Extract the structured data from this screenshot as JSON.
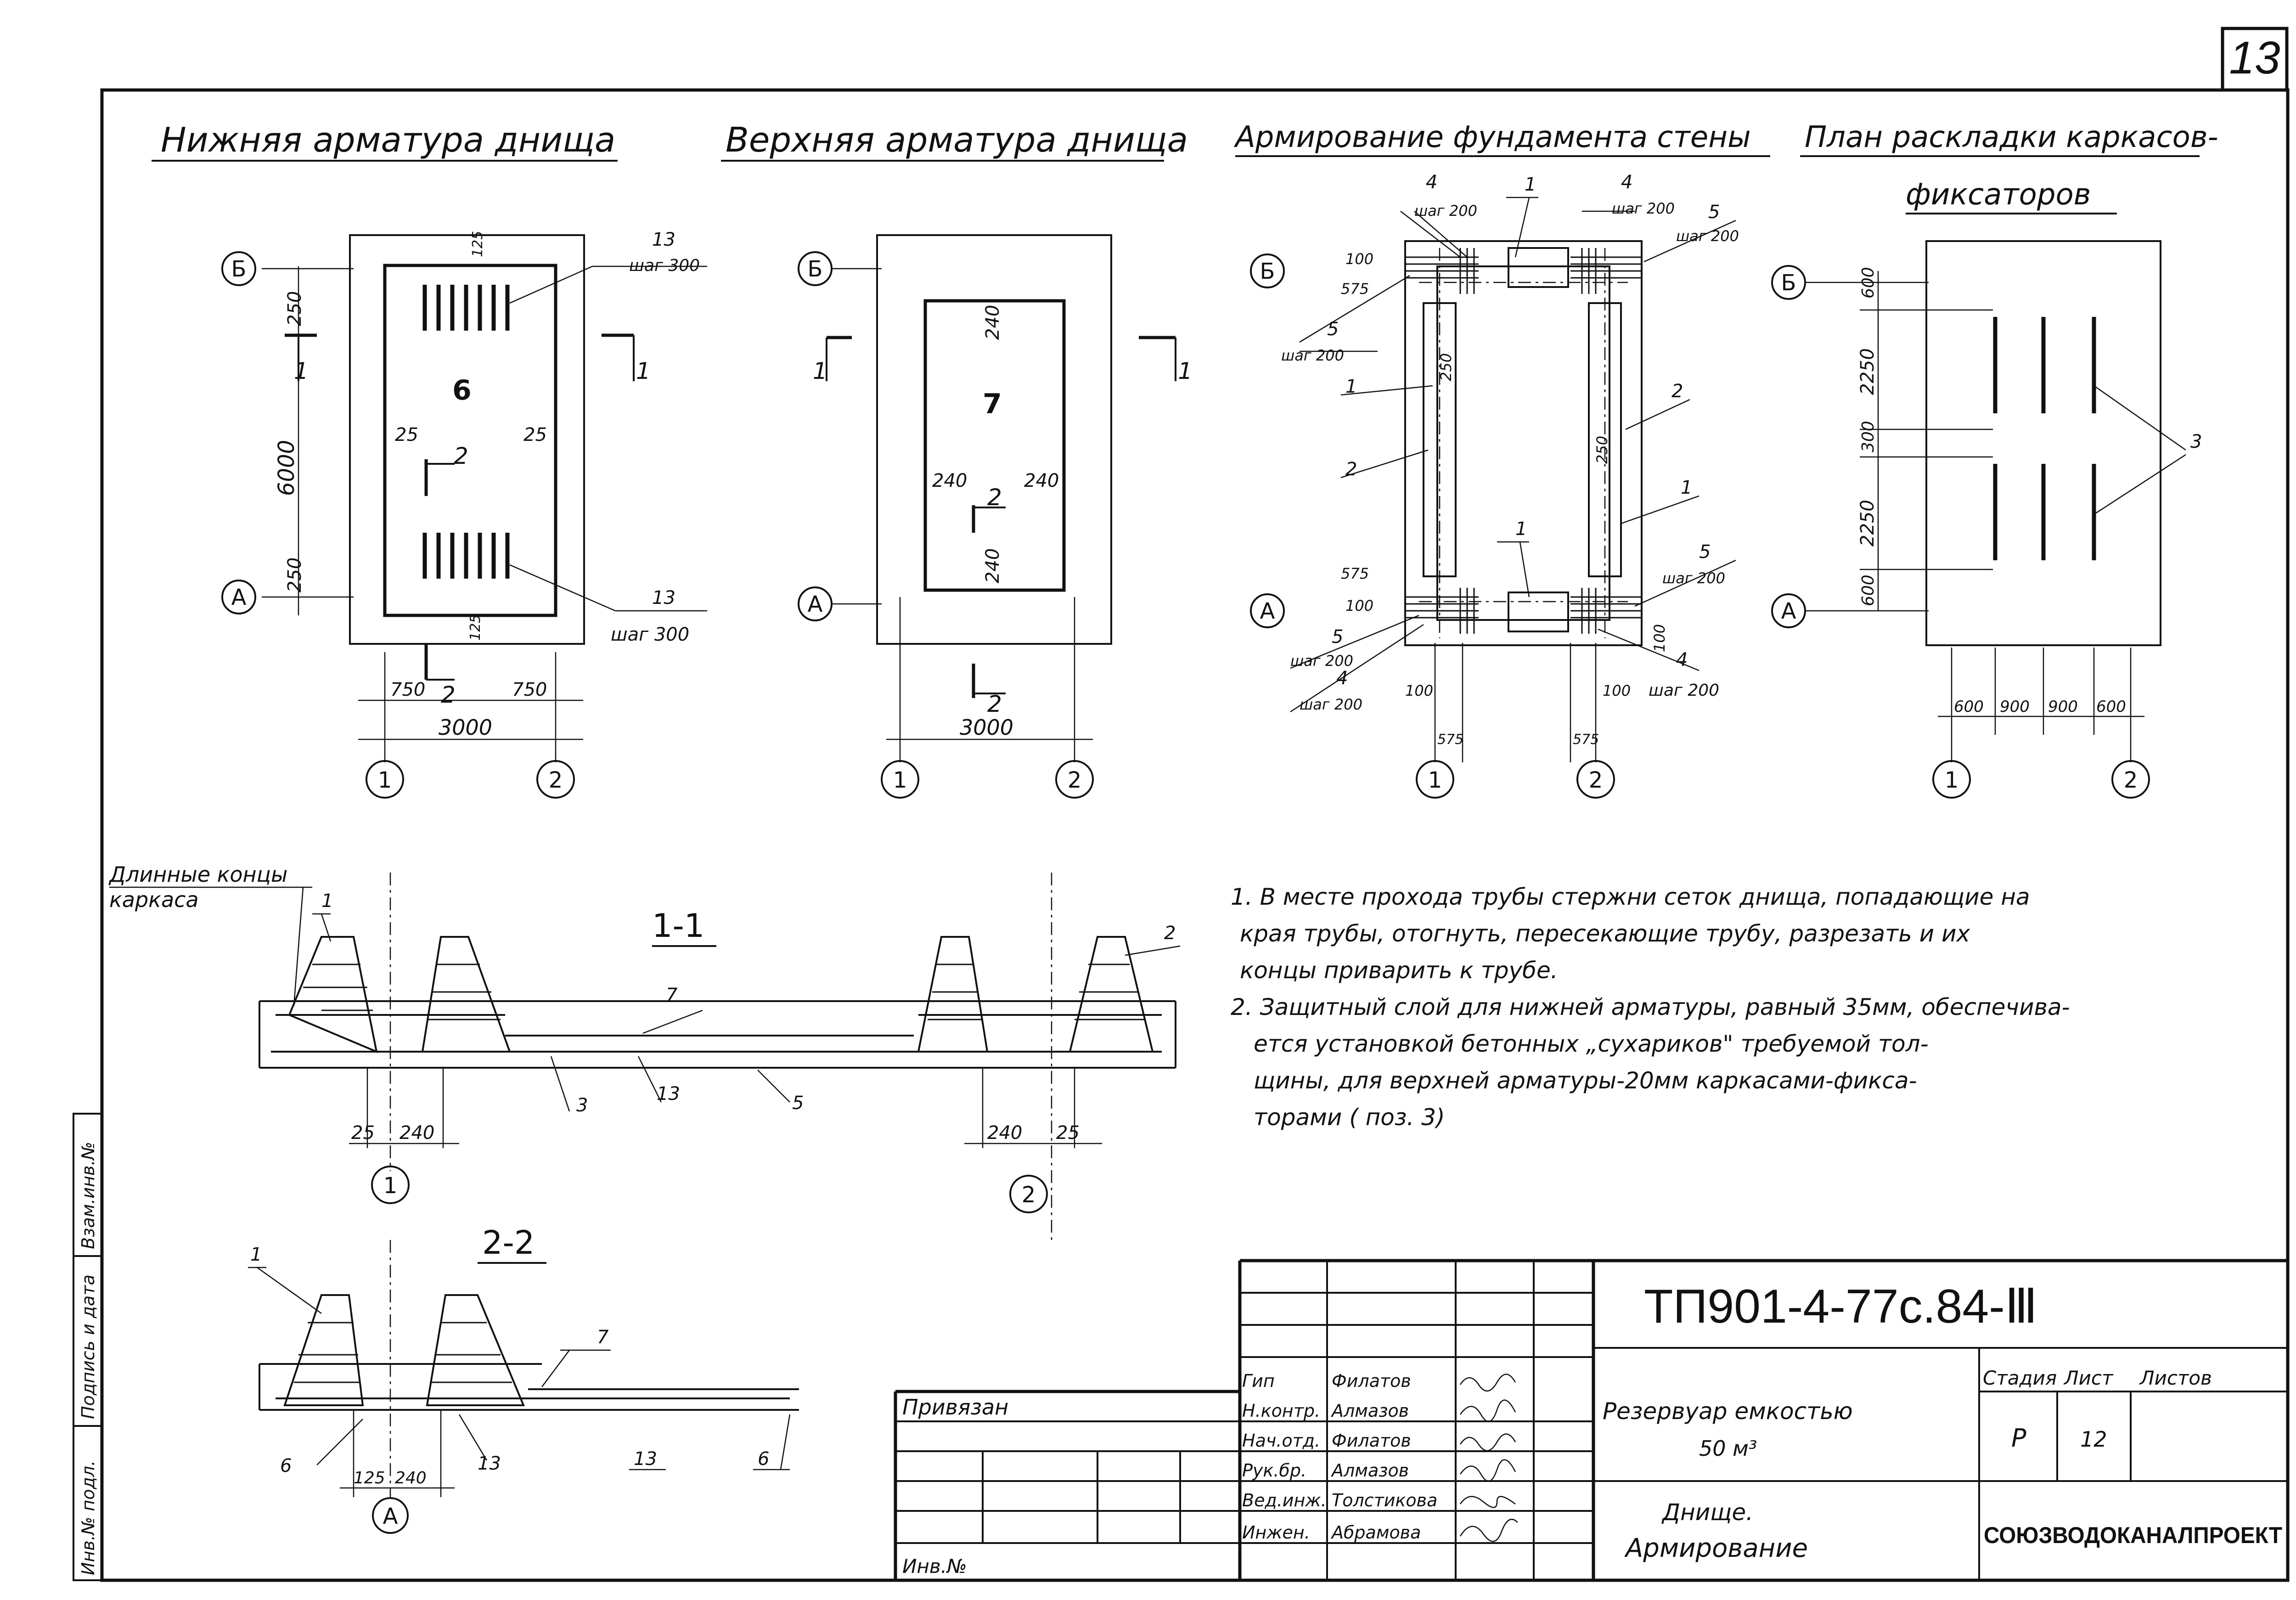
{
  "sheet_number": "13",
  "views": {
    "bottom_title": "Нижняя арматура днища",
    "top_title": "Верхняя арматура днища",
    "wall_title": "Армирование фундамента стены",
    "plan_title_1": "План раскладки каркасов-",
    "plan_title_2": "фиксаторов"
  },
  "axes": {
    "a": "А",
    "b": "Б",
    "one": "1",
    "two": "2"
  },
  "view1": {
    "slab_mark": "6",
    "mesh_label_top": "13",
    "mesh_step_top": "шаг 300",
    "mesh_label_bottom": "13",
    "mesh_step_bottom": "шаг 300",
    "dim_6000": "6000",
    "dim_250_top": "250",
    "dim_250_bottom": "250",
    "dim_125_top": "125",
    "dim_125_bottom": "125",
    "dim_25_left": "25",
    "dim_25_right": "25",
    "dim_750_left": "750",
    "dim_750_right": "750",
    "dim_3000": "3000",
    "section_1": "1",
    "section_2": "2"
  },
  "view2": {
    "slab_mark": "7",
    "dim_240_top": "240",
    "dim_240_left": "240",
    "dim_240_right": "240",
    "dim_240_bottom": "240",
    "dim_3000": "3000",
    "section_1": "1",
    "section_2": "2"
  },
  "view3": {
    "pos_1": "1",
    "pos_2": "2",
    "pos_4": "4",
    "pos_5": "5",
    "step_200": "шаг 200",
    "dim_100": "100",
    "dim_575": "575",
    "dim_250": "250"
  },
  "view4": {
    "pos_3": "3",
    "dim_600_top": "600",
    "dim_2250_top": "2250",
    "dim_300": "300",
    "dim_2250_bottom": "2250",
    "dim_600_bottom": "600",
    "dim_bottom_600a": "600",
    "dim_bottom_900a": "900",
    "dim_bottom_900b": "900",
    "dim_bottom_600b": "600"
  },
  "section11": {
    "title": "1-1",
    "long_ends_1": "Длинные концы",
    "long_ends_2": "каркаса",
    "pos_1": "1",
    "pos_2": "2",
    "pos_3": "3",
    "pos_5": "5",
    "pos_7": "7",
    "pos_13": "13",
    "dim_25_left": "25",
    "dim_240_left": "240",
    "dim_240_right": "240",
    "dim_25_right": "25"
  },
  "section22": {
    "title": "2-2",
    "pos_1": "1",
    "pos_6": "6",
    "pos_7": "7",
    "pos_13a": "13",
    "pos_13b": "13",
    "pos_6b": "6",
    "dim_125": "125",
    "dim_240": "240"
  },
  "notes": {
    "line1": "1. В месте прохода трубы стержни сеток днища, попадающие на",
    "line2": "края трубы, отогнуть, пересекающие трубу, разрезать и их",
    "line3": "концы приварить к трубе.",
    "line4": "2. Защитный слой для нижней арматуры, равный 35мм, обеспечива-",
    "line5": "ется установкой бетонных „сухариков\" требуемой тол-",
    "line6": "щины, для верхней арматуры-20мм каркасами-фикса-",
    "line7": "торами ( поз. 3)"
  },
  "sidebar": {
    "inv_podl": "Инв.№ подл.",
    "podpis": "Подпись и дата",
    "vzam": "Взам.инв.№"
  },
  "title_block": {
    "doc_code": "ТП901-4-77с.84-Ⅲ",
    "privyazan": "Привязан",
    "inv": "Инв.№",
    "roles": [
      "Гип",
      "Н.контр.",
      "Нач.отд.",
      "Рук.бр.",
      "Вед.инж.",
      "Инжен."
    ],
    "names": [
      "Филатов",
      "Алмазов",
      "Филатов",
      "Алмазов",
      "Толстикова",
      "Абрамова"
    ],
    "object_line1": "Резервуар емкостью",
    "object_line2": "50 м³",
    "sheet_title1": "Днище.",
    "sheet_title2": "Армирование",
    "stage_header": "Стадия",
    "sheet_header": "Лист",
    "sheets_header": "Листов",
    "stage_value": "Р",
    "sheet_value": "12",
    "organization": "СОЮЗВОДОКАНАЛПРОЕКТ"
  }
}
